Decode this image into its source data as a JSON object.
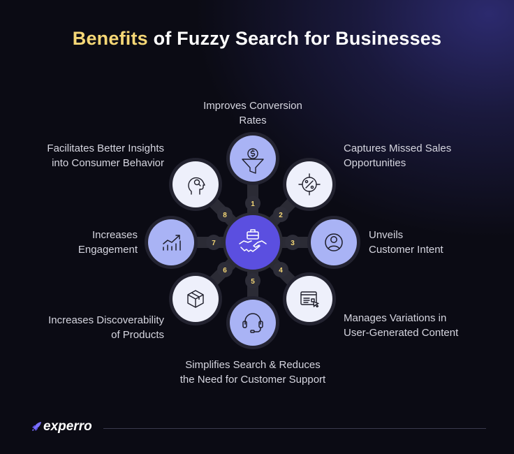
{
  "header": {
    "title_highlight": "Benefits",
    "title_rest": " of Fuzzy Search for Businesses"
  },
  "center": {
    "icon": "handshake-briefcase-icon"
  },
  "benefits": [
    {
      "number": "1",
      "label_line1": "Improves Conversion",
      "label_line2": "Rates",
      "icon": "funnel-dollar-icon"
    },
    {
      "number": "2",
      "label_line1": "Captures Missed Sales",
      "label_line2": "Opportunities",
      "icon": "target-percent-icon"
    },
    {
      "number": "3",
      "label_line1": "Unveils",
      "label_line2": "Customer Intent",
      "icon": "user-circle-icon"
    },
    {
      "number": "4",
      "label_line1": "Manages Variations in",
      "label_line2": "User-Generated Content",
      "icon": "browser-cursor-icon"
    },
    {
      "number": "5",
      "label_line1": "Simplifies Search & Reduces",
      "label_line2": "the Need for Customer Support",
      "icon": "headset-icon"
    },
    {
      "number": "6",
      "label_line1": "Increases Discoverability",
      "label_line2": "of Products",
      "icon": "box-icon"
    },
    {
      "number": "7",
      "label_line1": "Increases",
      "label_line2": "Engagement",
      "icon": "trend-chart-icon"
    },
    {
      "number": "8",
      "label_line1": "Facilitates Better Insights",
      "label_line2": "into Consumer Behavior",
      "icon": "head-search-icon"
    }
  ],
  "footer": {
    "brand": "experro"
  },
  "colors": {
    "highlight": "#f5d776",
    "center": "#5b4fe0",
    "node_purple": "#a9b3f5",
    "node_light": "#eef0fb",
    "badge": "#2d2d38"
  }
}
